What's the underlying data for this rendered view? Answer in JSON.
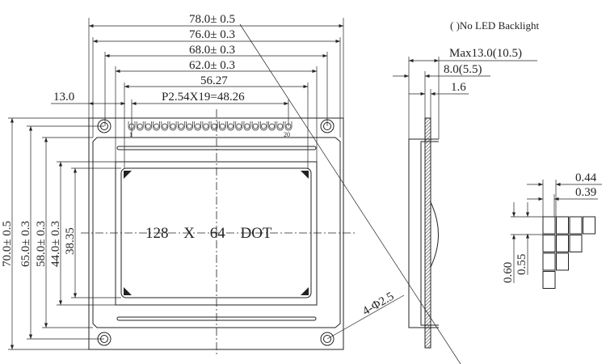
{
  "title": "128 X 64 DOT",
  "note": "( )No LED Backlight",
  "front_view": {
    "width_dims": [
      "78.0± 0.5",
      "76.0± 0.3",
      "68.0± 0.3",
      "62.0± 0.3",
      "56.27",
      "P2.54X19=48.26"
    ],
    "pin_offset": "13.0",
    "height_dims": [
      "70.0± 0.5",
      "65.0± 0.3",
      "58.0± 0.3",
      "44.0± 0.3",
      "38.35"
    ],
    "pin_first": "1",
    "pin_last": "20",
    "hole_label": "4-Φ2.5",
    "pin_count": 20
  },
  "side_view": {
    "dims": [
      "Max13.0(10.5)",
      "8.0(5.5)",
      "1.6"
    ]
  },
  "pixel_detail": {
    "dims_horizontal": [
      "0.44",
      "0.39"
    ],
    "dims_vertical": [
      "0.60",
      "0.55"
    ]
  }
}
